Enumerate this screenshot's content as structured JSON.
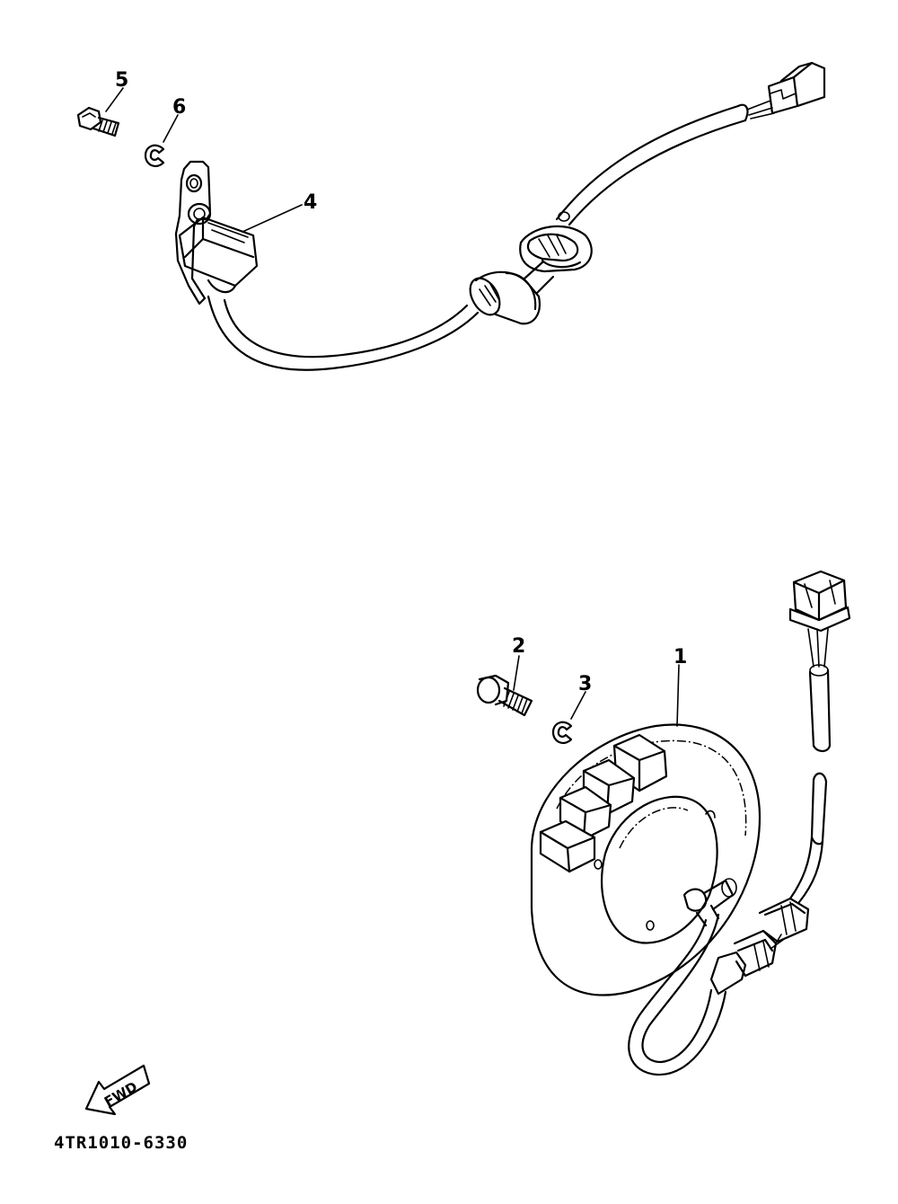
{
  "callouts": {
    "part_1": "1",
    "part_2": "2",
    "part_3": "3",
    "part_4": "4",
    "part_5": "5",
    "part_6": "6"
  },
  "direction_badge": "FWD",
  "drawing_code": "4TR1010-6330"
}
